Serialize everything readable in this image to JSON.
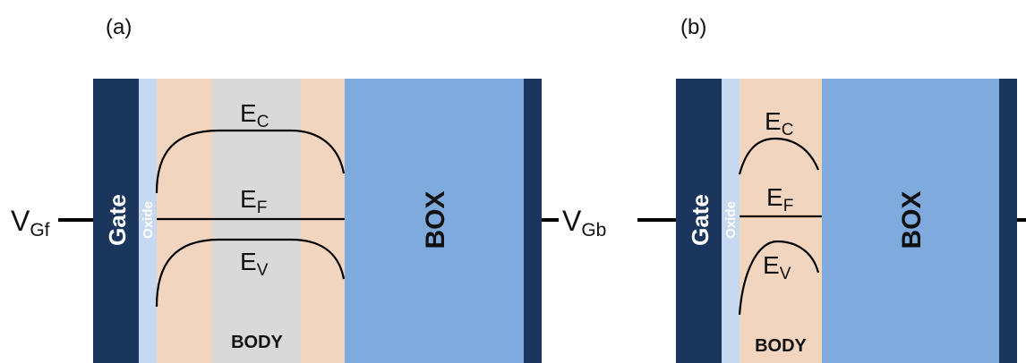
{
  "panels": [
    {
      "label": "(a)",
      "gate_text": "Gate",
      "oxide_text": "Oxide",
      "box_text": "BOX",
      "body_text": "BODY",
      "front_voltage": {
        "main": "V",
        "sub": "Gf"
      },
      "back_voltage": {
        "main": "V",
        "sub": "Gb"
      },
      "bands": {
        "conduction": {
          "main": "E",
          "sub": "C"
        },
        "fermi": {
          "main": "E",
          "sub": "F"
        },
        "valence": {
          "main": "E",
          "sub": "V"
        }
      }
    },
    {
      "label": "(b)",
      "gate_text": "Gate",
      "oxide_text": "Oxide",
      "box_text": "BOX",
      "body_text": "BODY",
      "bands": {
        "conduction": {
          "main": "E",
          "sub": "C"
        },
        "fermi": {
          "main": "E",
          "sub": "F"
        },
        "valence": {
          "main": "E",
          "sub": "V"
        }
      }
    }
  ],
  "colors": {
    "gate": "#1b365d",
    "oxide": "#c6d9f1",
    "body": "#f2d5bf",
    "depletion": "#d9d9d9",
    "box": "#7faade"
  }
}
